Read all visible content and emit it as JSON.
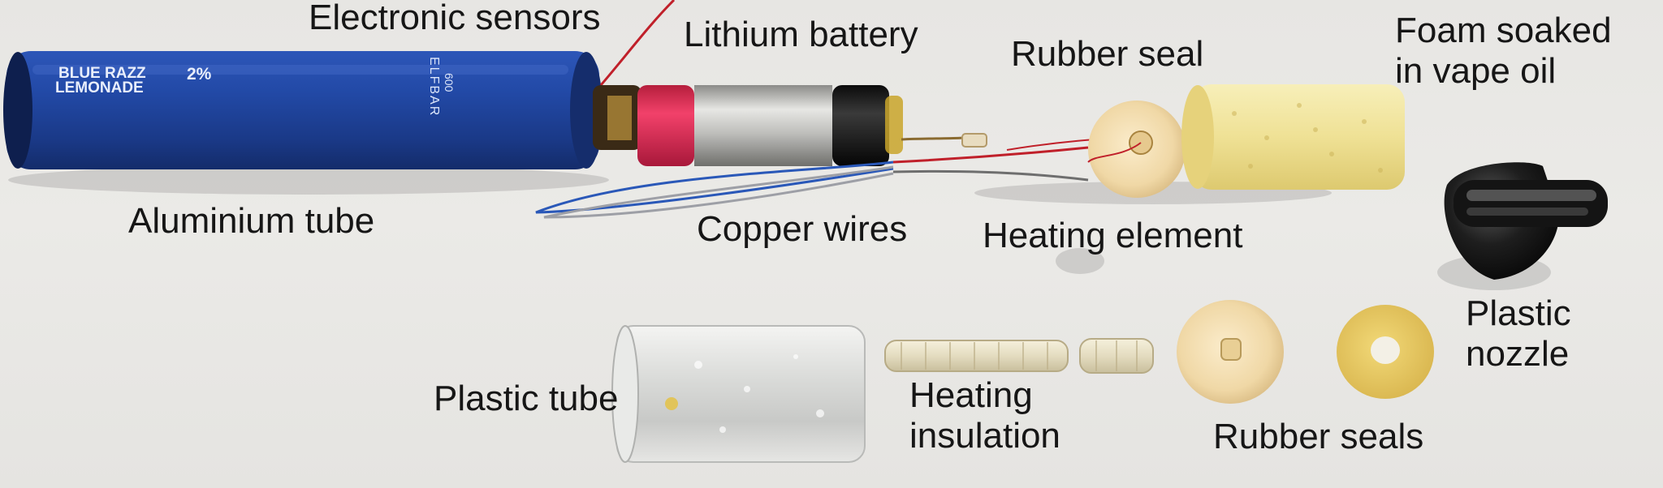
{
  "product_print": {
    "flavor_line1": "BLUE RAZZ",
    "flavor_line2": "LEMONADE",
    "strength": "2%",
    "brand": "ELFBAR",
    "model": "600"
  },
  "labels": {
    "electronic_sensors": "Electronic sensors",
    "lithium_battery": "Lithium battery",
    "rubber_seal": "Rubber seal",
    "foam_line1": "Foam soaked",
    "foam_line2": "in vape oil",
    "aluminium_tube": "Aluminium tube",
    "copper_wires": "Copper wires",
    "heating_element": "Heating element",
    "plastic_nozzle_line1": "Plastic",
    "plastic_nozzle_line2": "nozzle",
    "plastic_tube": "Plastic tube",
    "heating_insulation_line1": "Heating",
    "heating_insulation_line2": "insulation",
    "rubber_seals": "Rubber seals"
  },
  "colors": {
    "background": "#e9e8e5",
    "aluminium_tube": "#1f3f95",
    "battery_red": "#e0294b",
    "battery_silver": "#c7c7c4",
    "battery_black": "#111111",
    "foam": "#f0e49a",
    "rubber": "#f3deb2",
    "wire_red": "#c0202a",
    "wire_blue": "#2a58b8",
    "nozzle": "#1b1b1b"
  }
}
